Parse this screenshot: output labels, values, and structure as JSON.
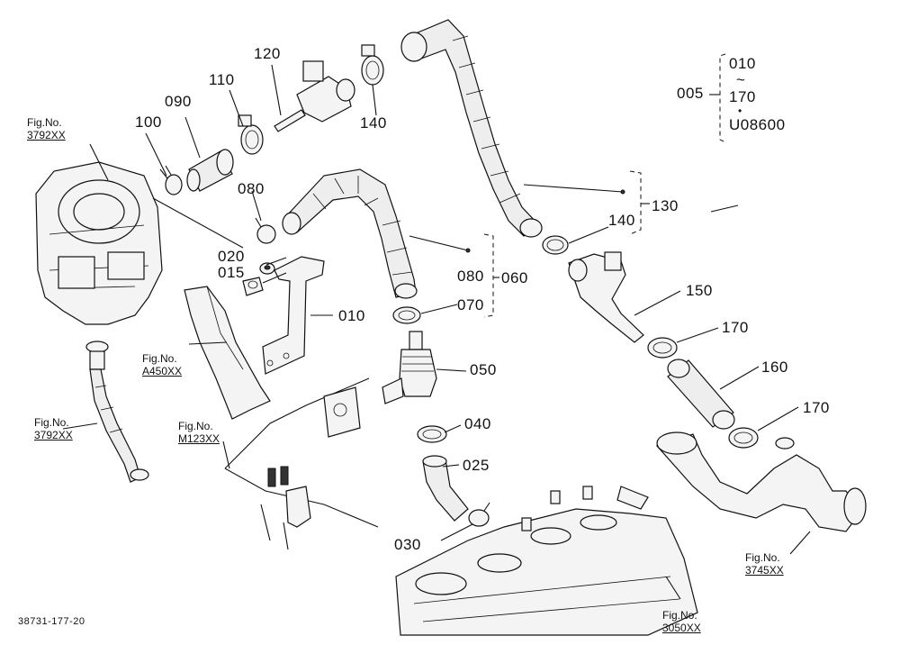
{
  "labels": [
    {
      "id": "120",
      "text": "120"
    },
    {
      "id": "110",
      "text": "110"
    },
    {
      "id": "090",
      "text": "090"
    },
    {
      "id": "100",
      "text": "100"
    },
    {
      "id": "140a",
      "text": "140"
    },
    {
      "id": "080a",
      "text": "080"
    },
    {
      "id": "020",
      "text": "020"
    },
    {
      "id": "015",
      "text": "015"
    },
    {
      "id": "010",
      "text": "010"
    },
    {
      "id": "130",
      "text": "130"
    },
    {
      "id": "140b",
      "text": "140"
    },
    {
      "id": "080b",
      "text": "080"
    },
    {
      "id": "060",
      "text": "060"
    },
    {
      "id": "070",
      "text": "070"
    },
    {
      "id": "150",
      "text": "150"
    },
    {
      "id": "170a",
      "text": "170"
    },
    {
      "id": "050",
      "text": "050"
    },
    {
      "id": "160",
      "text": "160"
    },
    {
      "id": "170b",
      "text": "170"
    },
    {
      "id": "040",
      "text": "040"
    },
    {
      "id": "025",
      "text": "025"
    },
    {
      "id": "030",
      "text": "030"
    }
  ],
  "assembly": {
    "code": "005",
    "from": "010",
    "tilde": "~",
    "to": "170",
    "dot": "•",
    "serial": "U08600"
  },
  "fig_refs": [
    {
      "id": "fig1",
      "label": "Fig.No.",
      "number": "3792XX"
    },
    {
      "id": "fig2",
      "label": "Fig.No.",
      "number": "A450XX"
    },
    {
      "id": "fig3",
      "label": "Fig.No.",
      "number": "3792XX"
    },
    {
      "id": "fig4",
      "label": "Fig.No.",
      "number": "M123XX"
    },
    {
      "id": "fig5",
      "label": "Fig.No.",
      "number": "3745XX"
    },
    {
      "id": "fig6",
      "label": "Fig.No.",
      "number": "3050XX"
    }
  ],
  "drawing_code": "38731-177-20"
}
